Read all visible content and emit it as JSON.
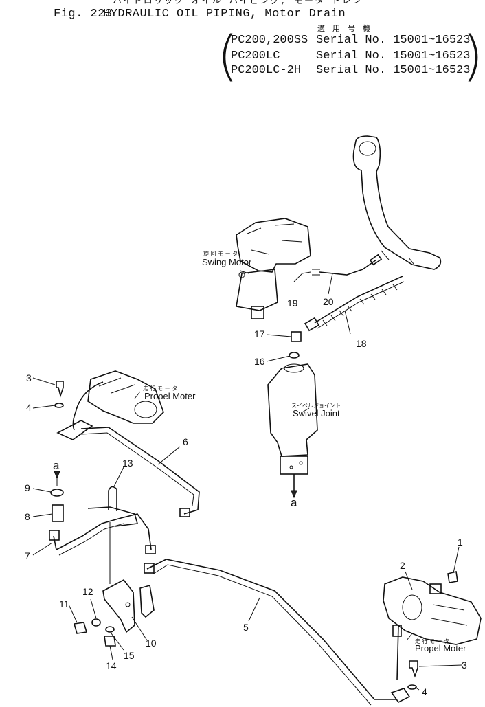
{
  "header": {
    "japanese_title": "ハイドロリック オイル パイピング, モータ ドレン",
    "fig_number": "Fig. 223",
    "fig_title": "HYDRAULIC OIL PIPING, Motor Drain",
    "applicable_label": "適 用 号 機",
    "serials": [
      {
        "model": "PC200,200SS",
        "serial": "Serial No. 15001~16523"
      },
      {
        "model": "PC200LC",
        "serial": "Serial No. 15001~16523"
      },
      {
        "model": "PC200LC-2H",
        "serial": "Serial No. 15001~16523"
      }
    ]
  },
  "components": {
    "swing_motor_jp": "旋 回 モ ー タ",
    "swing_motor": "Swing Motor",
    "swivel_joint_jp": "スイベルジョイント",
    "swivel_joint": "Swivel Joint",
    "propel_motor_jp": "走 行 モ ー タ",
    "propel_motor": "Propel Moter"
  },
  "callouts": {
    "p1": "1",
    "p2": "2",
    "p3": "3",
    "p3b": "3",
    "p4": "4",
    "p4b": "4",
    "p5": "5",
    "p6": "6",
    "p7": "7",
    "p8": "8",
    "p9": "9",
    "p10": "10",
    "p11": "11",
    "p12": "12",
    "p13": "13",
    "p14": "14",
    "p15": "15",
    "p16": "16",
    "p17": "17",
    "p18": "18",
    "p19": "19",
    "p20": "20",
    "a_top": "a",
    "a_bottom": "a"
  }
}
